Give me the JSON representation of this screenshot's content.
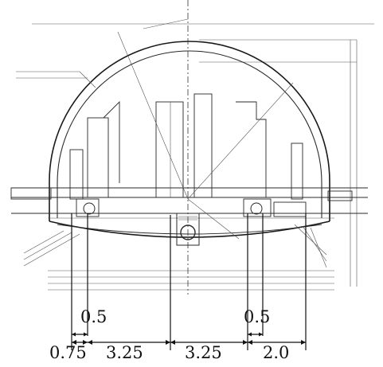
{
  "dimensions": {
    "upper": [
      {
        "id": "upper-left",
        "value": "0.5"
      },
      {
        "id": "upper-right",
        "value": "0.5"
      }
    ],
    "lower": [
      {
        "id": "lower-1",
        "value": "0.75"
      },
      {
        "id": "lower-2",
        "value": "3.25"
      },
      {
        "id": "lower-3",
        "value": "3.25"
      },
      {
        "id": "lower-4",
        "value": "2.0"
      }
    ]
  }
}
